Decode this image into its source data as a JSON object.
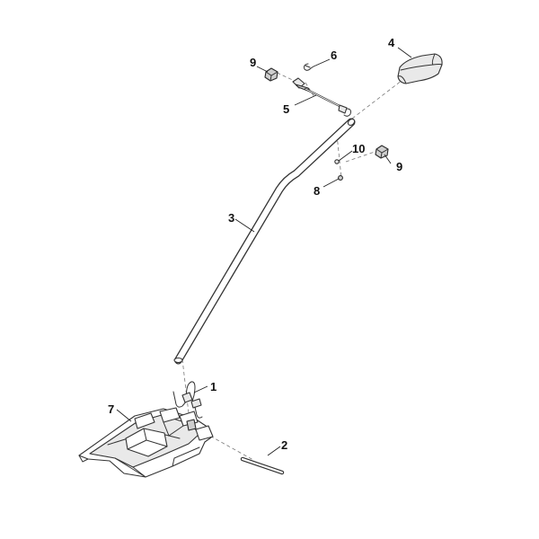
{
  "callouts": [
    {
      "id": "c1",
      "text": "1"
    },
    {
      "id": "c2",
      "text": "2"
    },
    {
      "id": "c3",
      "text": "3"
    },
    {
      "id": "c4",
      "text": "4"
    },
    {
      "id": "c5",
      "text": "5"
    },
    {
      "id": "c6",
      "text": "6"
    },
    {
      "id": "c7",
      "text": "7"
    },
    {
      "id": "c8",
      "text": "8"
    },
    {
      "id": "c9a",
      "text": "9"
    },
    {
      "id": "c9b",
      "text": "9"
    },
    {
      "id": "c10",
      "text": "10"
    }
  ]
}
